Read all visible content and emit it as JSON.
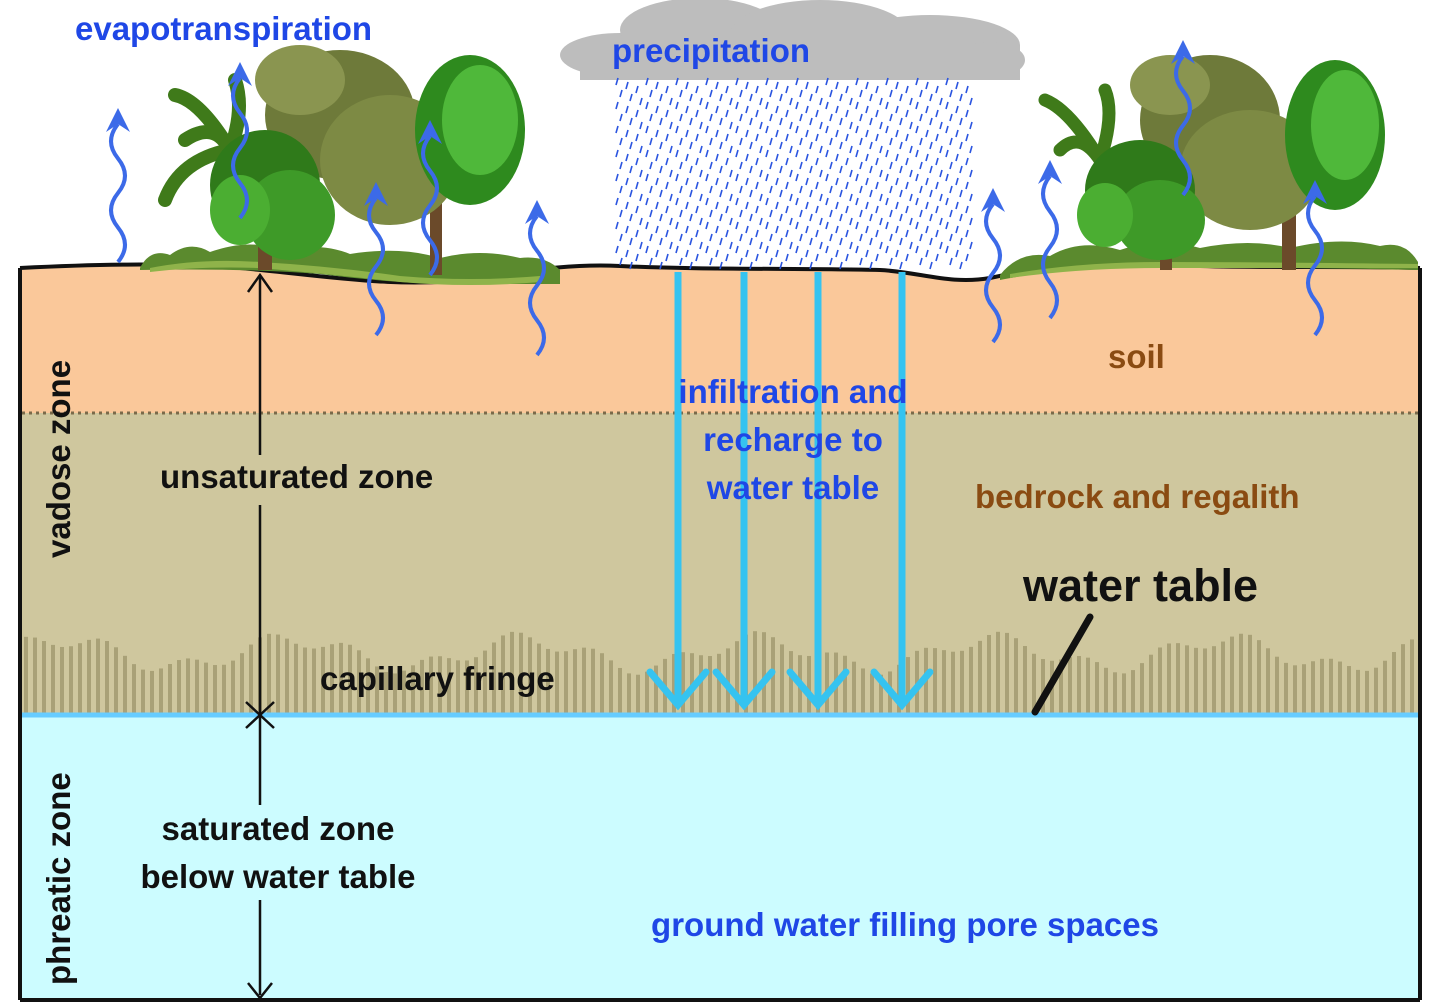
{
  "labels": {
    "evapotranspiration": "evapotranspiration",
    "precipitation": "precipitation",
    "soil": "soil",
    "infiltration_line1": "infiltration and",
    "infiltration_line2": "recharge to",
    "infiltration_line3": "water table",
    "bedrock": "bedrock and regalith",
    "water_table": "water table",
    "unsaturated_zone": "unsaturated zone",
    "capillary_fringe": "capillary fringe",
    "vadose_zone": "vadose zone",
    "phreatic_zone": "phreatic zone",
    "saturated_line1": "saturated zone",
    "saturated_line2": "below water table",
    "ground_water": "ground water filling pore spaces"
  },
  "colors": {
    "soil": "#FAC89A",
    "bedrock": "#CFC79E",
    "fringe_stripe": "#A9A177",
    "groundwater": "#CCFCFF",
    "water_line": "#66CCFF",
    "blue_text": "#1F47E6",
    "brown_text": "#8A4B12",
    "infiltration_arrow": "#35C3F0",
    "evap_arrow": "#3C6AE8",
    "rain": "#2B55E0",
    "cloud": "#BDBDBD"
  }
}
